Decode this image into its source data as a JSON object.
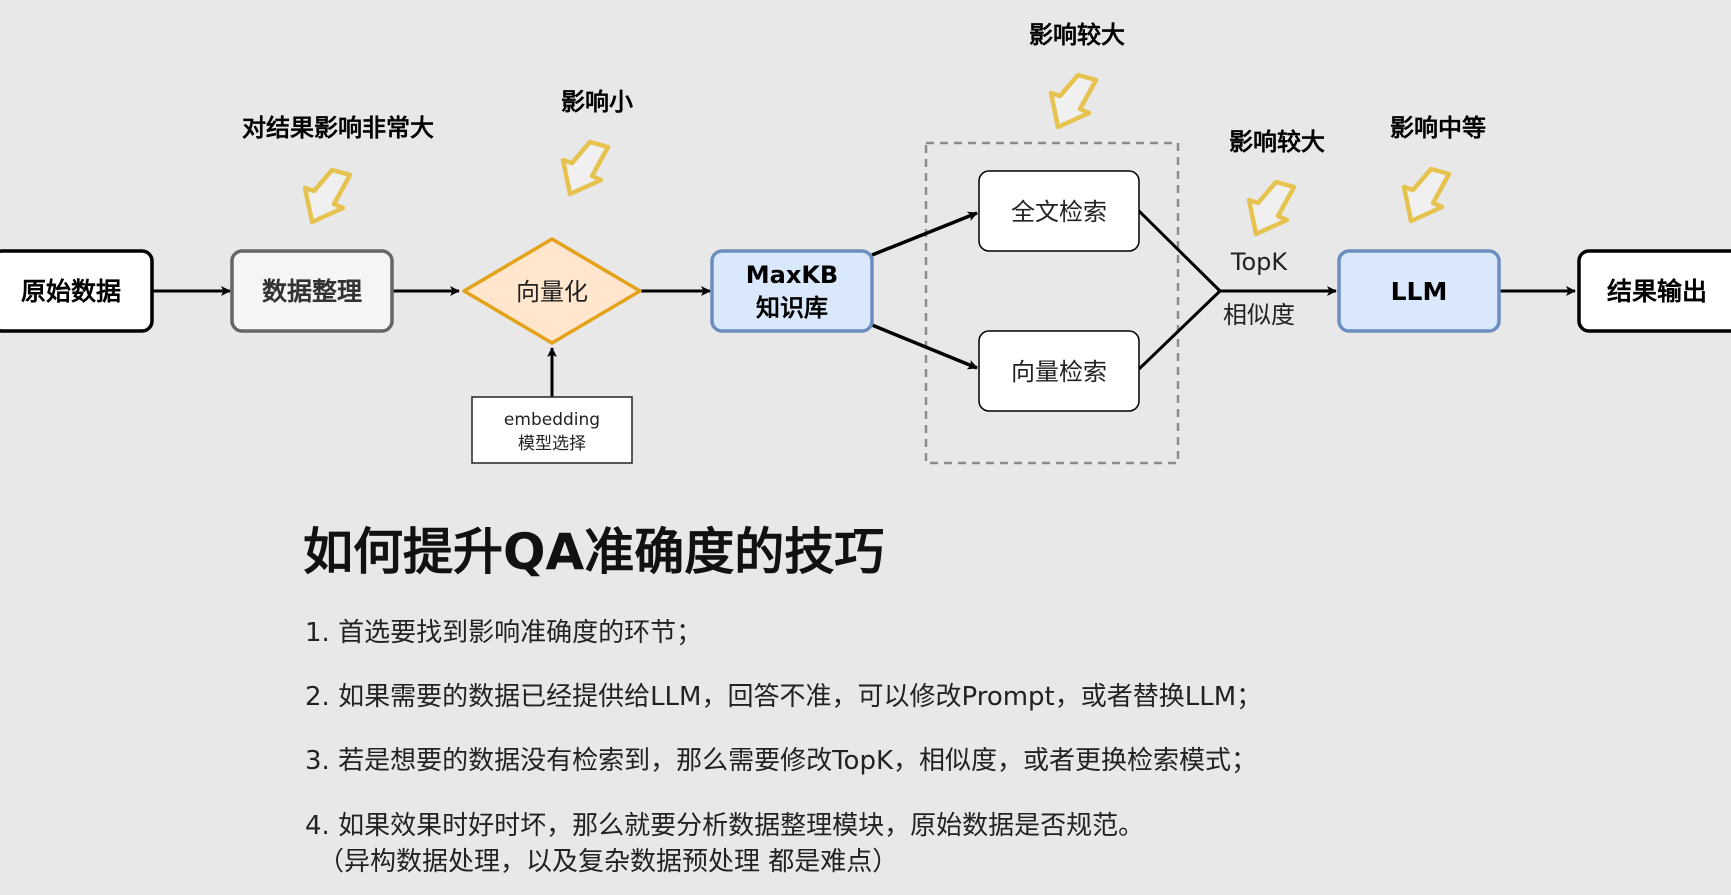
{
  "nodes": {
    "raw_data": "原始数据",
    "data_cleanup": "数据整理",
    "vectorize": "向量化",
    "kb_line1": "MaxKB",
    "kb_line2": "知识库",
    "fulltext_search": "全文检索",
    "vector_search": "向量检索",
    "llm": "LLM",
    "output": "结果输出",
    "embedding_line1": "embedding",
    "embedding_line2": "模型选择"
  },
  "edge_labels": {
    "topk": "TopK",
    "similarity": "相似度"
  },
  "impacts": {
    "cleanup": "对结果影响非常大",
    "vectorize": "影响小",
    "retrieval": "影响较大",
    "topk": "影响较大",
    "llm": "影响中等"
  },
  "title": "如何提升QA准确度的技巧",
  "tips": [
    "1. 首选要找到影响准确度的环节；",
    "2. 如果需要的数据已经提供给LLM，回答不准，可以修改Prompt，或者替换LLM；",
    "3. 若是想要的数据没有检索到，那么需要修改TopK，相似度，或者更换检索模式；",
    "4. 如果效果时好时坏，那么就要分析数据整理模块，原始数据是否规范。"
  ],
  "tip_4_note": "（异构数据处理，以及复杂数据预处理 都是难点）",
  "colors": {
    "background": "#e8e8e8",
    "impact_arrow_stroke": "#e6c24f",
    "vectorize_fill": "#ffe6cc",
    "vectorize_stroke": "#e3a21a",
    "kb_fill": "#dae8fc",
    "kb_stroke": "#6c8ebf",
    "llm_fill": "#dae8fc",
    "llm_stroke": "#6c8ebf"
  },
  "icons": {
    "impact_arrow": "hollow-arrow-down-left-icon"
  }
}
